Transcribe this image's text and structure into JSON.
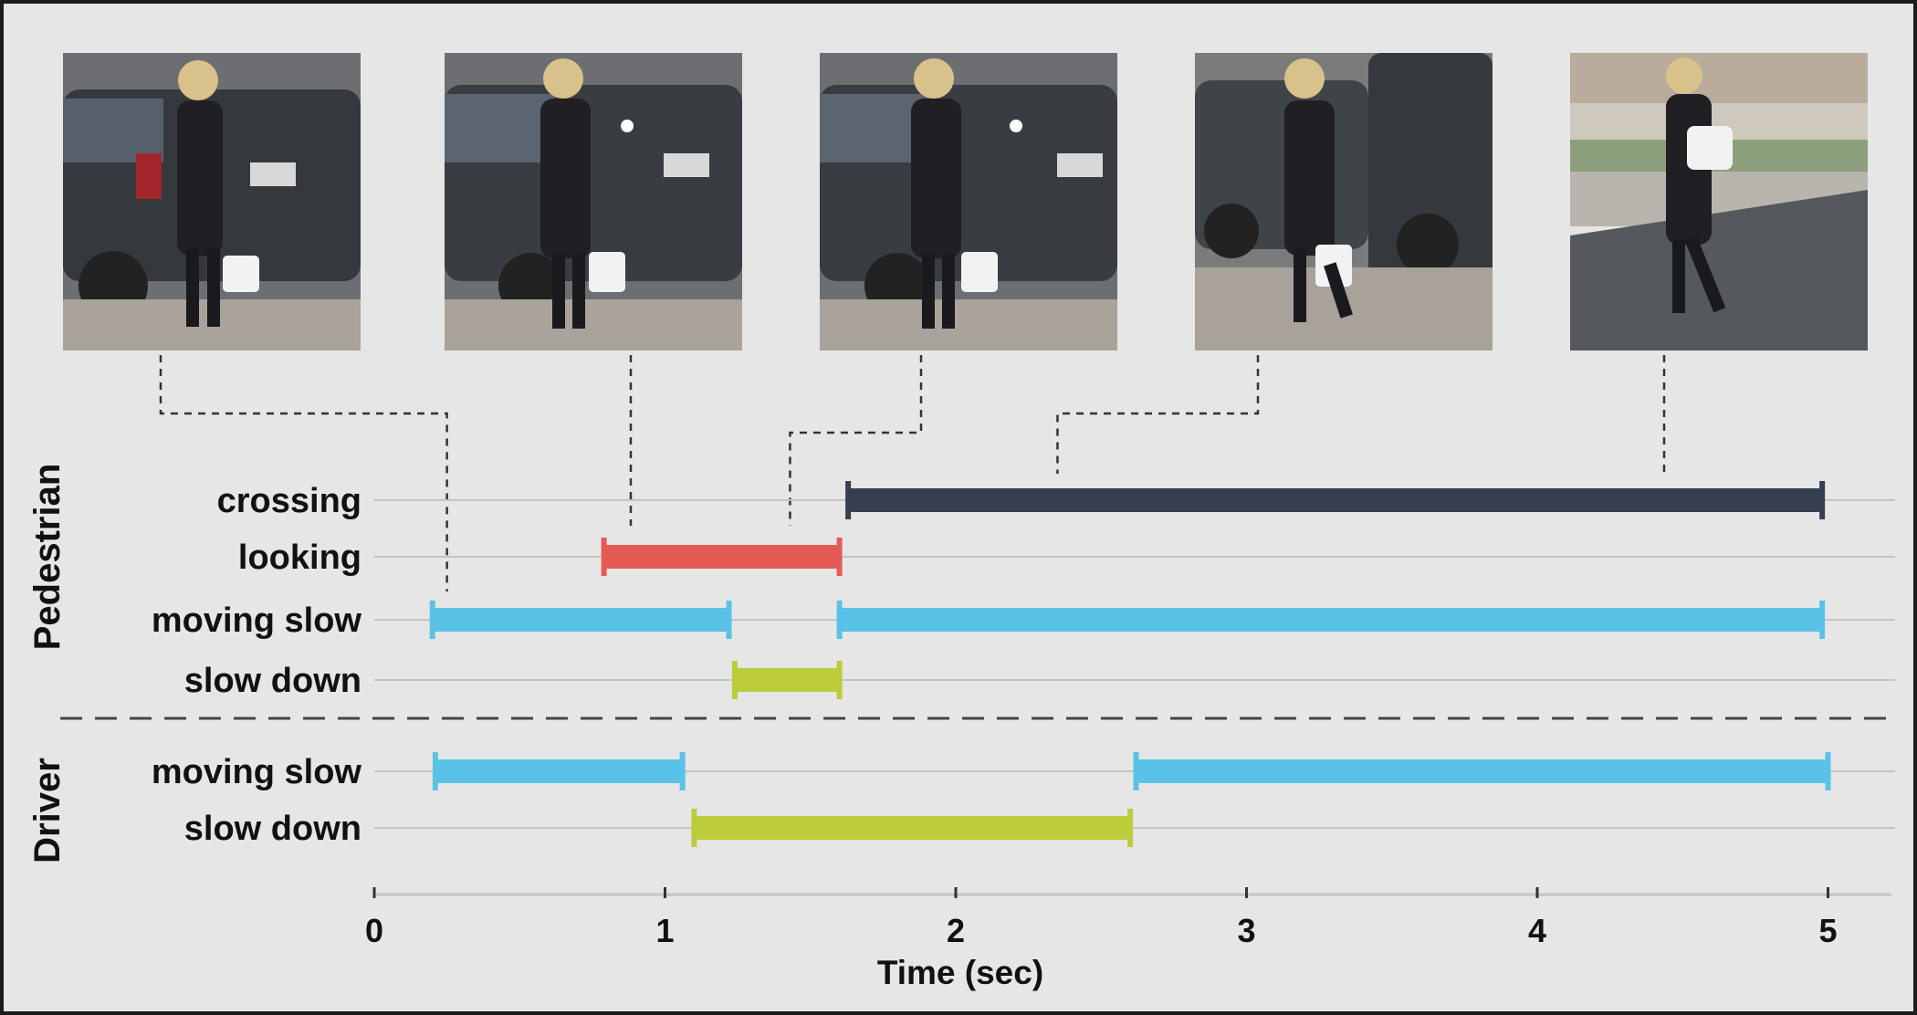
{
  "chart_data": {
    "type": "gantt",
    "xlabel": "Time (sec)",
    "xlim": [
      0,
      5.2
    ],
    "x_ticks": [
      "0",
      "1",
      "2",
      "3",
      "4",
      "5"
    ],
    "groups": [
      {
        "name": "Pedestrian",
        "rows": [
          {
            "label": "crossing",
            "segments": [
              {
                "start": 1.63,
                "end": 4.98,
                "color": "#363f4f"
              }
            ]
          },
          {
            "label": "looking",
            "segments": [
              {
                "start": 0.79,
                "end": 1.6,
                "color": "#e55a54"
              }
            ]
          },
          {
            "label": "moving slow",
            "segments": [
              {
                "start": 0.2,
                "end": 1.22,
                "color": "#5bc2e7"
              },
              {
                "start": 1.6,
                "end": 4.98,
                "color": "#5bc2e7"
              }
            ]
          },
          {
            "label": "slow down",
            "segments": [
              {
                "start": 1.24,
                "end": 1.6,
                "color": "#bdcc3a"
              }
            ]
          }
        ]
      },
      {
        "name": "Driver",
        "rows": [
          {
            "label": "moving slow",
            "segments": [
              {
                "start": 0.21,
                "end": 1.06,
                "color": "#5bc2e7"
              },
              {
                "start": 2.62,
                "end": 5.0,
                "color": "#5bc2e7"
              }
            ]
          },
          {
            "label": "slow down",
            "segments": [
              {
                "start": 1.1,
                "end": 2.6,
                "color": "#bdcc3a"
              }
            ]
          }
        ]
      }
    ],
    "frames": [
      {
        "name": "frame-1",
        "time": 0.25
      },
      {
        "name": "frame-2",
        "time": 0.9
      },
      {
        "name": "frame-3",
        "time": 1.43
      },
      {
        "name": "frame-4",
        "time": 2.35
      },
      {
        "name": "frame-5",
        "time": 4.48
      }
    ],
    "grid": true,
    "legend": "none"
  }
}
